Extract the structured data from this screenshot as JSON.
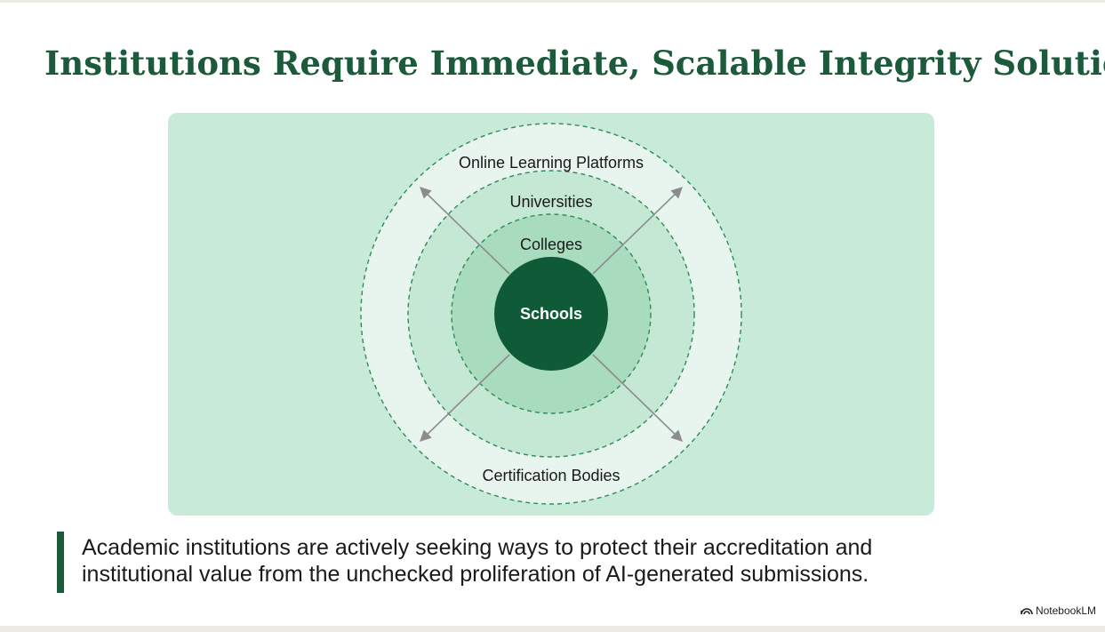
{
  "slide": {
    "title": "Institutions Require Immediate, Scalable Integrity Solutions"
  },
  "diagram": {
    "core": "Schools",
    "rings": [
      {
        "label": "Colleges"
      },
      {
        "label": "Universities"
      },
      {
        "label": "Online Learning Platforms"
      },
      {
        "label": "Certification Bodies"
      }
    ],
    "arrows": [
      "northwest",
      "northeast",
      "southwest",
      "southeast"
    ],
    "colors": {
      "panel": "#c8ebd9",
      "outer_band": "#e7f5ee",
      "middle_band": "#c4e8d4",
      "inner_disc": "#a9dcbf",
      "core": "#0f5b38",
      "dash": "#2e8b57",
      "arrow": "#8c8c8c"
    }
  },
  "callout": {
    "text": "Academic institutions are actively seeking ways to protect their accreditation and institutional value from the unchecked proliferation of AI-generated submissions."
  },
  "brand": {
    "name": "NotebookLM",
    "icon": "notebooklm-logo-icon"
  }
}
